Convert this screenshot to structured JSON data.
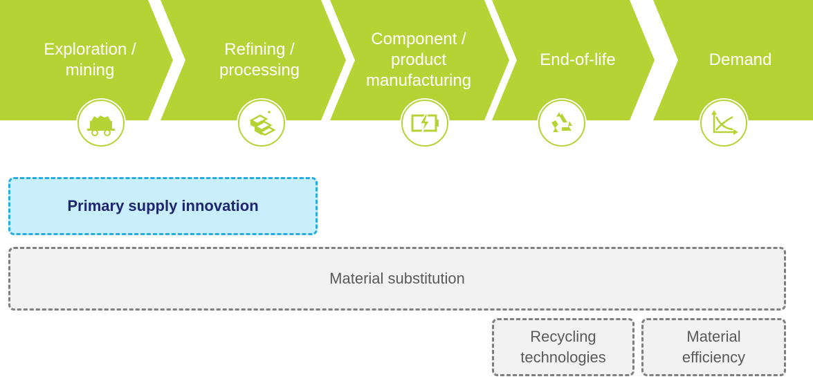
{
  "diagram": {
    "colors": {
      "stage_green": "#b5d334",
      "primary_fill": "#c9eefc",
      "primary_border": "#29aae1",
      "primary_text": "#1e2670",
      "neutral_fill": "#f2f2f2",
      "neutral_border": "#7f7f7f",
      "neutral_text": "#595959"
    },
    "stages": [
      {
        "label": "Exploration /\nmining",
        "icon": "mine-cart-icon"
      },
      {
        "label": "Refining /\nprocessing",
        "icon": "gold-bars-icon"
      },
      {
        "label": "Component /\nproduct\nmanufacturing",
        "icon": "battery-charge-icon"
      },
      {
        "label": "End-of-life",
        "icon": "recycle-icon"
      },
      {
        "label": "Demand",
        "icon": "demand-chart-icon"
      }
    ],
    "innovation_areas": {
      "primary_supply": "Primary supply innovation",
      "material_substitution": "Material substitution",
      "recycling_technologies": "Recycling\ntechnologies",
      "material_efficiency": "Material\nefficiency"
    }
  }
}
